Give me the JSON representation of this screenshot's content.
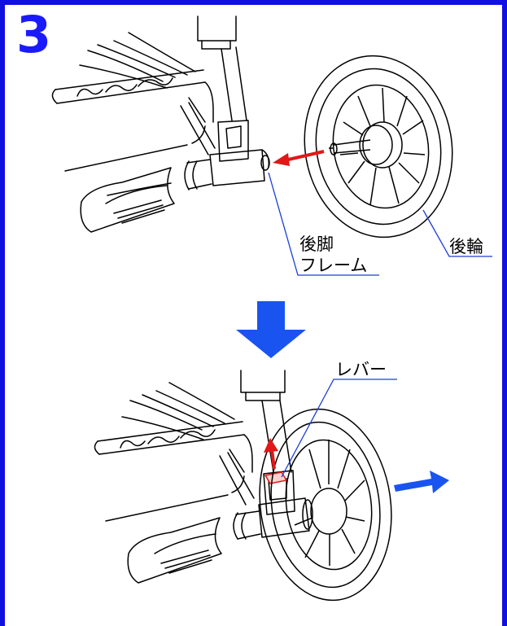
{
  "step": {
    "number": "3"
  },
  "labels": {
    "rear_leg_frame_line1": "後脚",
    "rear_leg_frame_line2": "フレーム",
    "rear_wheel": "後輪",
    "lever": "レバー"
  },
  "colors": {
    "frame_border": "#1010e0",
    "step_number": "#1a1aff",
    "arrow_blue": "#1a54f0",
    "arrow_red": "#e01818",
    "leader_line": "#1a3fd6",
    "line_art": "#000000",
    "highlight_fill": "#ffd0d0"
  },
  "icons": {
    "step_down_arrow": "arrow-down-icon",
    "remove_direction_arrow": "arrow-right-icon",
    "attach_direction_arrow": "arrow-left-icon",
    "lever_up_arrow": "arrow-up-icon"
  }
}
